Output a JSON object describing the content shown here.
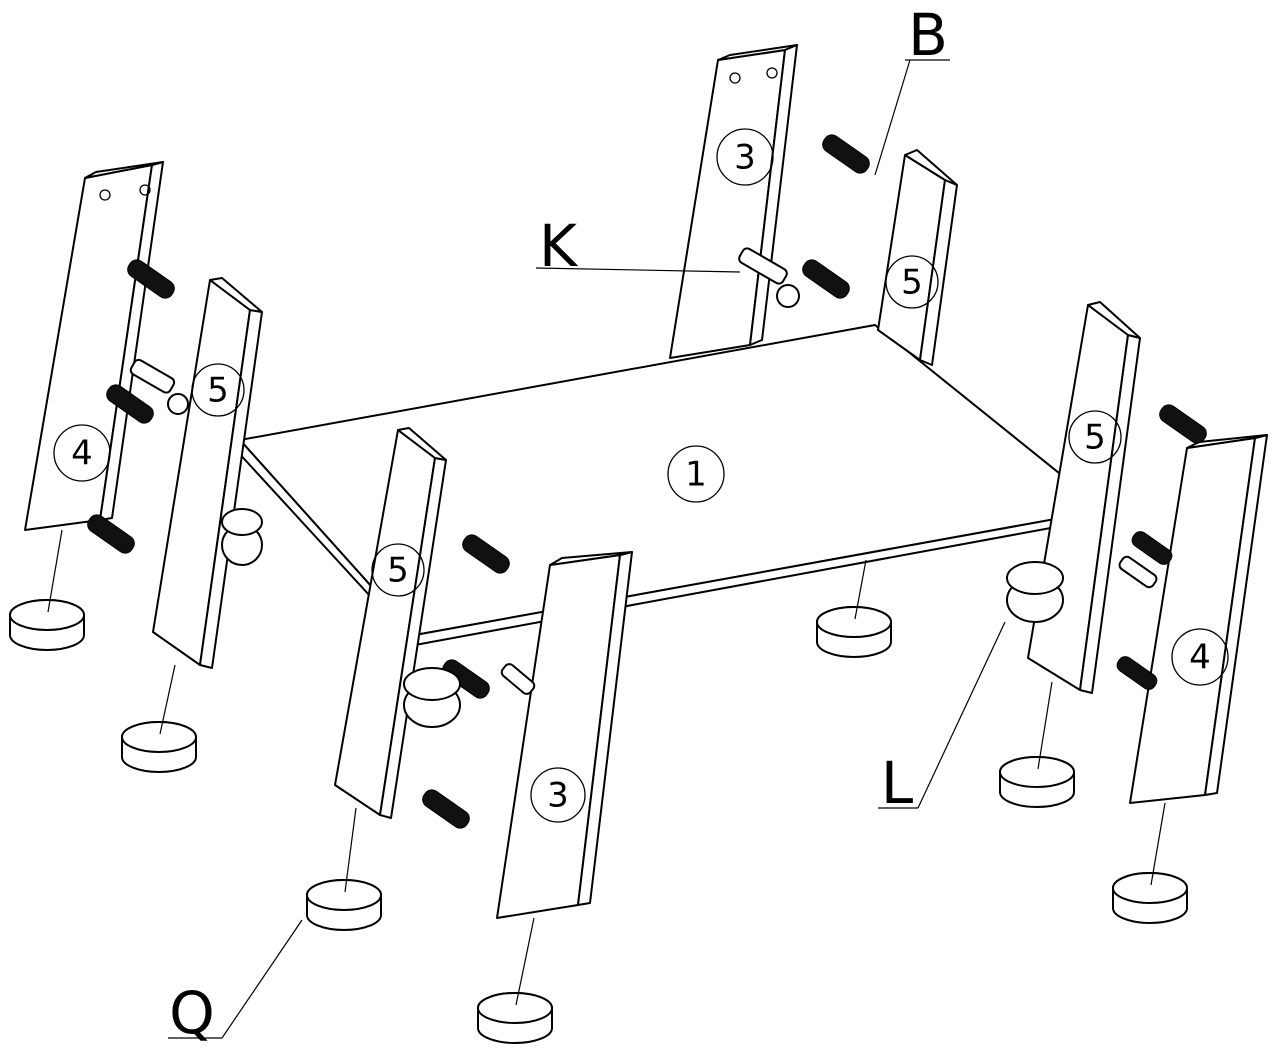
{
  "part_labels": {
    "B": "B",
    "K": "K",
    "L": "L",
    "Q": "Q"
  },
  "part_numbers": {
    "top_panel": "1",
    "back_left_side": "3",
    "front_left_side": "3",
    "left_leg": "4",
    "right_leg": "4",
    "rail_left": "5",
    "rail_center": "5",
    "rail_back": "5",
    "rail_right": "5"
  }
}
